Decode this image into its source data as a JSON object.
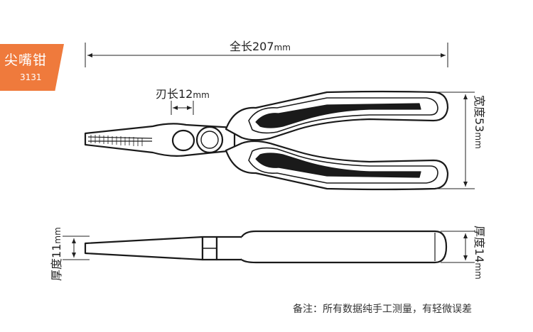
{
  "badge": {
    "name": "尖嘴钳",
    "code": "3131",
    "color": "#ef7a3c"
  },
  "dimensions": {
    "total_length": {
      "label": "全长207",
      "unit": "mm"
    },
    "blade_length": {
      "label": "刃长12",
      "unit": "mm"
    },
    "width": {
      "label": "宽度53",
      "unit": "mm"
    },
    "jaw_thickness": {
      "label": "厚度11",
      "unit": "mm"
    },
    "handle_thickness": {
      "label": "厚度14",
      "unit": "mm"
    }
  },
  "note": "备注：所有数据纯手工测量，有轻微误差"
}
